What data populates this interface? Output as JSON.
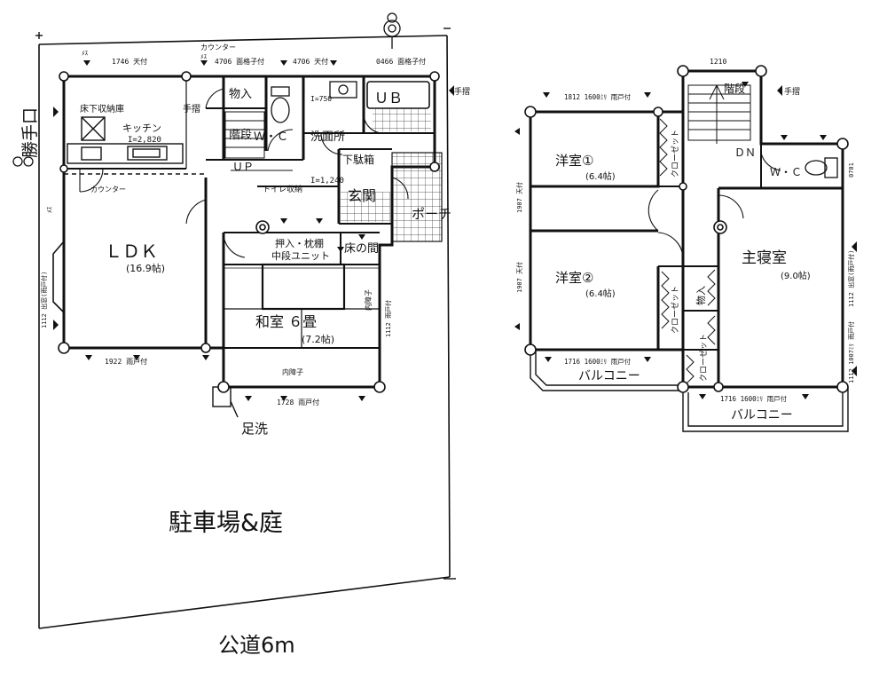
{
  "site": {
    "parking_label": "駐車場&庭",
    "road_label": "公道6m",
    "katteguchi": "勝手口"
  },
  "floor1": {
    "rooms": {
      "ldk": "ＬＤＫ",
      "ldk_size": "(16.9帖)",
      "kitchen": "キッチン",
      "kitchen_storage": "床下収納庫",
      "kitchen_length": "I=2,820",
      "counter": "カウンター",
      "counter2": "カウンター",
      "tesuri": "手摺",
      "monoire": "物入",
      "stairs": "階段",
      "wc": "Ｗ・Ｃ",
      "senmen": "洗面所",
      "ub": "ＵＢ",
      "genkan": "玄関",
      "porch": "ポーチ",
      "shita_getabako": "下駄箱",
      "toilet_storage": "トイレ収納",
      "storage_length": "I=1,240",
      "l750": "I=750",
      "oshiire": "押入・枕棚",
      "chudan": "中段ユニット",
      "tokonoma": "床の間",
      "washitsu": "和室 ６畳",
      "washitsu_size": "(7.2帖)",
      "up": "ＵＰ",
      "ashiarai": "足洗",
      "uchi_shoji": "内障子",
      "uchi_shoji2": "内障子"
    },
    "window_labels": {
      "top_ldk": "1746 天付",
      "top_stair": "4706 面格子付",
      "top_wc": "4706 天付",
      "top_ub": "0466 面格子付",
      "bottom_ldk": "1922 雨戸付",
      "bottom_washitsu": "1728 雨戸付",
      "left_ldk": "1112 出窓(雨戸付)",
      "right_washitsu": "1112 雨戸付"
    },
    "marks": {
      "tesuri_right": "手摺",
      "mark1": "ﾒｽ",
      "mark2": "ﾒｽ",
      "mark3": "ﾒｽ"
    }
  },
  "floor2": {
    "rooms": {
      "youshitsu1": "洋室①",
      "youshitsu1_size": "(6.4帖)",
      "youshitsu2": "洋室②",
      "youshitsu2_size": "(6.4帖)",
      "shushinshitsu": "主寝室",
      "shushinshitsu_size": "(9.0帖)",
      "closet1": "クローゼット",
      "closet2": "クローゼット",
      "closet3": "クローゼット",
      "monoire": "物入",
      "stairs": "階段",
      "dn": "ＤＮ",
      "wc": "Ｗ・Ｃ",
      "tesuri": "手摺",
      "balcony1": "バルコニー",
      "balcony2": "バルコニー"
    },
    "window_labels": {
      "top_stair": "1210",
      "top_y1": "1812 1600ﾐﾘ 雨戸付",
      "bottom_y2": "1716 1600ﾐﾘ 雨戸付",
      "bottom_main": "1716 1600ﾐﾘ 雨戸付",
      "left_y1": "1907 天付",
      "left_y2": "1907 天付",
      "right_wc": "0701",
      "right_main_mid": "1112 出窓(雨戸付)",
      "right_main_low": "1112 1007ﾐﾘ 雨戸付"
    }
  }
}
